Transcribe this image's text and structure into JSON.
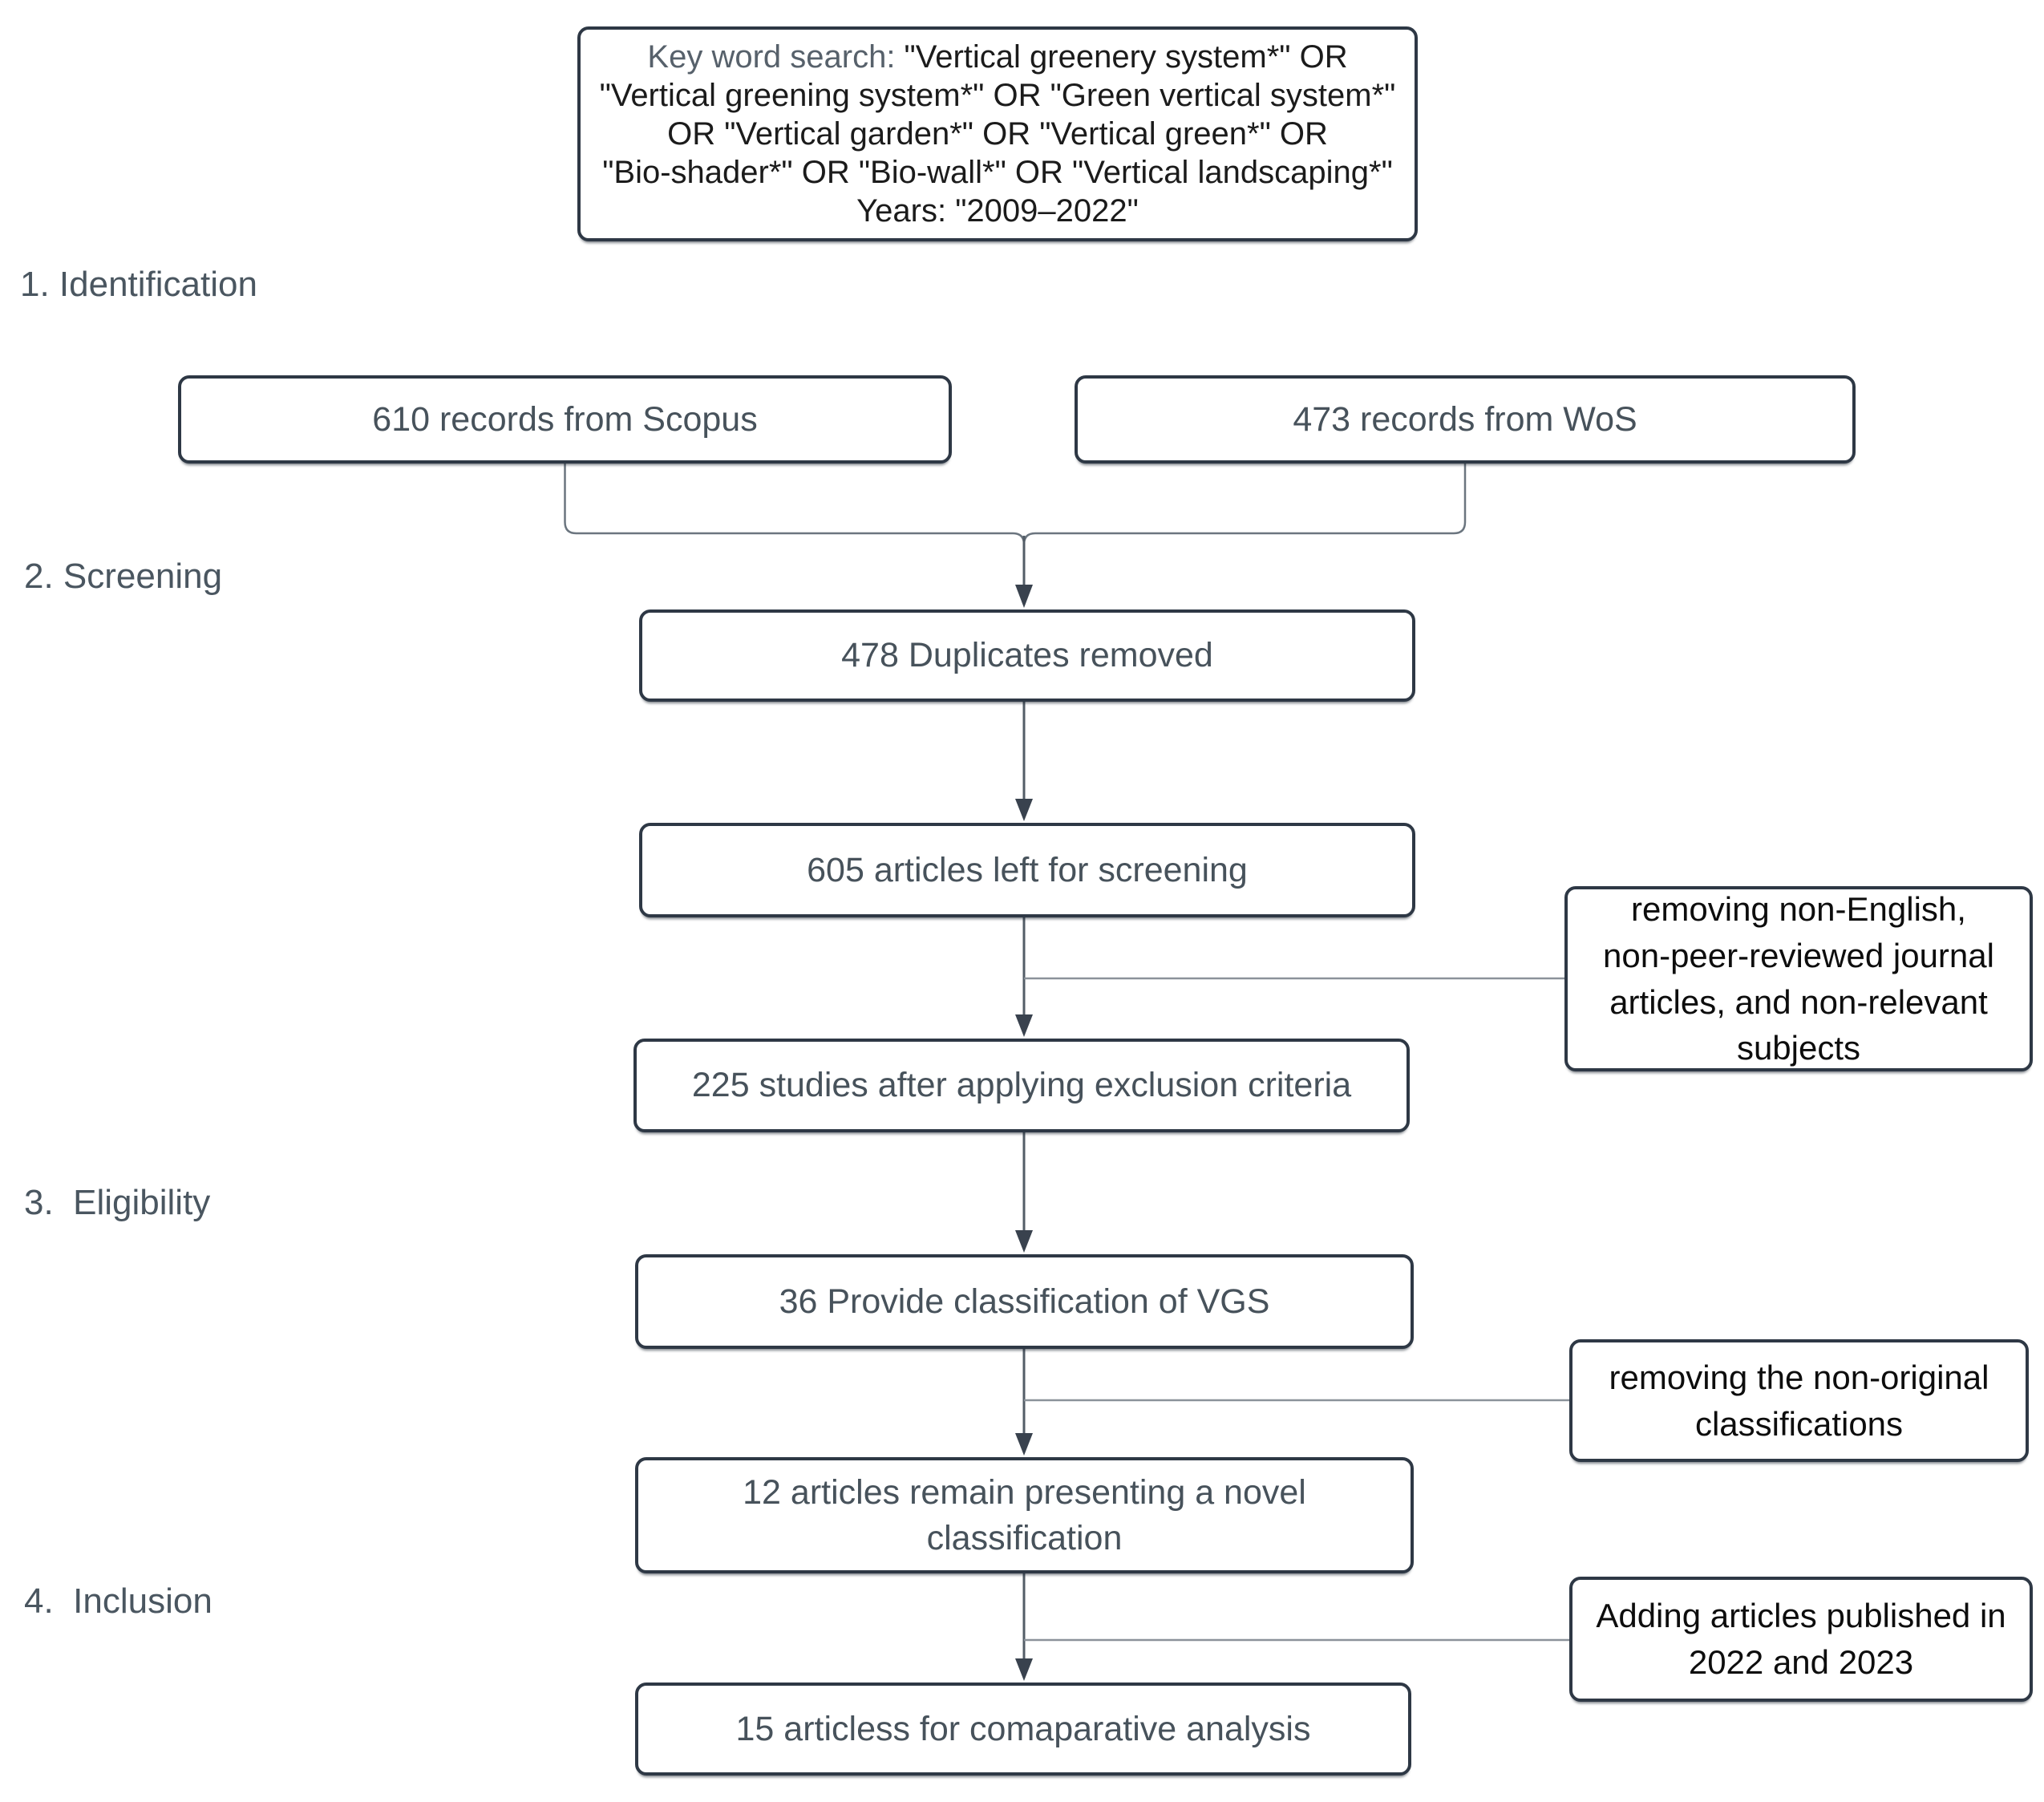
{
  "title": "PRISMA-style literature selection flow diagram",
  "keyword_box": {
    "prefix": "Key word search:",
    "terms": " \"Vertical greenery system*\" OR\n\"Vertical greening system*\" OR \"Green vertical system*\"\nOR \"Vertical garden*\" OR \"Vertical green*\" OR\n\"Bio-shader*\" OR \"Bio-wall*\" OR \"Vertical landscaping*\"\nYears: \"2009–2022\""
  },
  "stages": [
    {
      "label": "1. Identification"
    },
    {
      "label": "2. Screening"
    },
    {
      "label": "3.  Eligibility"
    },
    {
      "label": "4.  Inclusion"
    }
  ],
  "boxes": {
    "scopus": "610 records from Scopus",
    "wos": "473 records from WoS",
    "duplicates": "478 Duplicates removed",
    "screening_left": "605 articles left for screening",
    "exclusion_applied": "225 studies after applying exclusion criteria",
    "vgs_classification": "36 Provide classification of VGS",
    "novel_classification": "12 articles remain presenting a novel\nclassification",
    "comparative": "15 articless for comaparative analysis"
  },
  "side_notes": {
    "exclusion_criteria": "removing non-English,\nnon-peer-reviewed journal\narticles, and non-relevant\nsubjects",
    "non_original": "removing the non-original\nclassifications",
    "added_articles": "Adding articles published in\n2022 and 2023"
  },
  "colors": {
    "box_border": "#2e3845",
    "box_text": "#47525b",
    "side_note_text": "#0d0d0d",
    "stage_label_text": "#4a5660",
    "keyword_prefix_text": "#57616b",
    "keyword_terms_text": "#1b1b1b",
    "connector_line": "#6b757f",
    "arrowhead": "#39424e",
    "background": "#ffffff"
  }
}
